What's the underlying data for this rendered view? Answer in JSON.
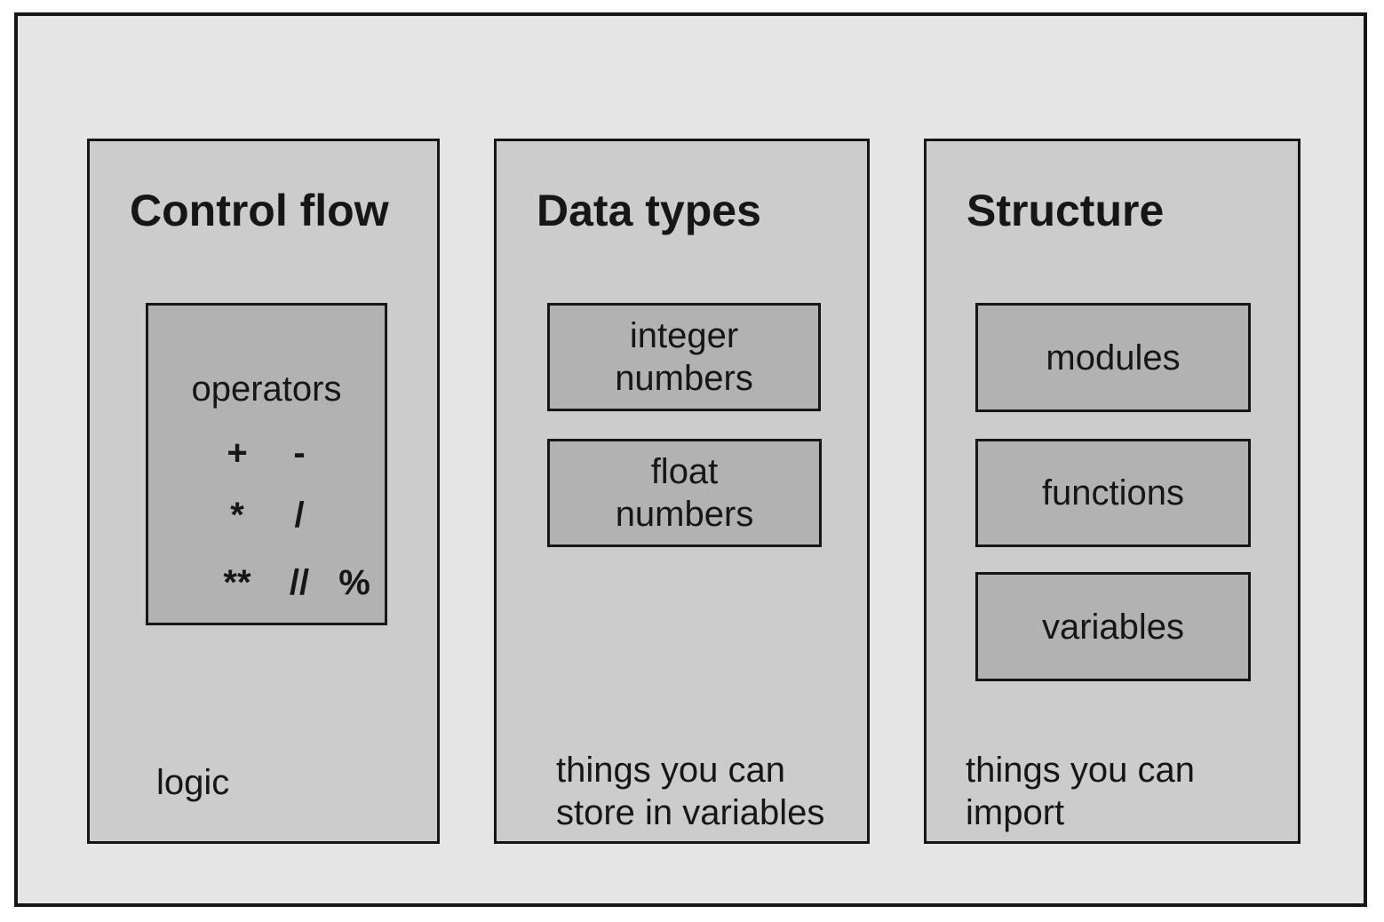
{
  "colors": {
    "page_background": "#ffffff",
    "frame_fill": "#e5e5e5",
    "panel_fill": "#cccccc",
    "inner_box_fill": "#b2b2b2",
    "border": "#161616",
    "text": "#161616"
  },
  "columns": [
    {
      "heading": "Control flow",
      "operator_box": {
        "label": "operators",
        "rows": [
          [
            "+",
            "-"
          ],
          [
            "*",
            "/"
          ],
          [
            "**",
            "//",
            "%"
          ]
        ]
      },
      "caption_lines": [
        "logic"
      ]
    },
    {
      "heading": "Data types",
      "boxes": [
        {
          "lines": [
            "integer",
            "numbers"
          ]
        },
        {
          "lines": [
            "float",
            "numbers"
          ]
        }
      ],
      "caption_lines": [
        "things you can",
        "store in variables"
      ]
    },
    {
      "heading": "Structure",
      "boxes": [
        {
          "lines": [
            "modules"
          ]
        },
        {
          "lines": [
            "functions"
          ]
        },
        {
          "lines": [
            "variables"
          ]
        }
      ],
      "caption_lines": [
        "things you can",
        "import"
      ]
    }
  ]
}
